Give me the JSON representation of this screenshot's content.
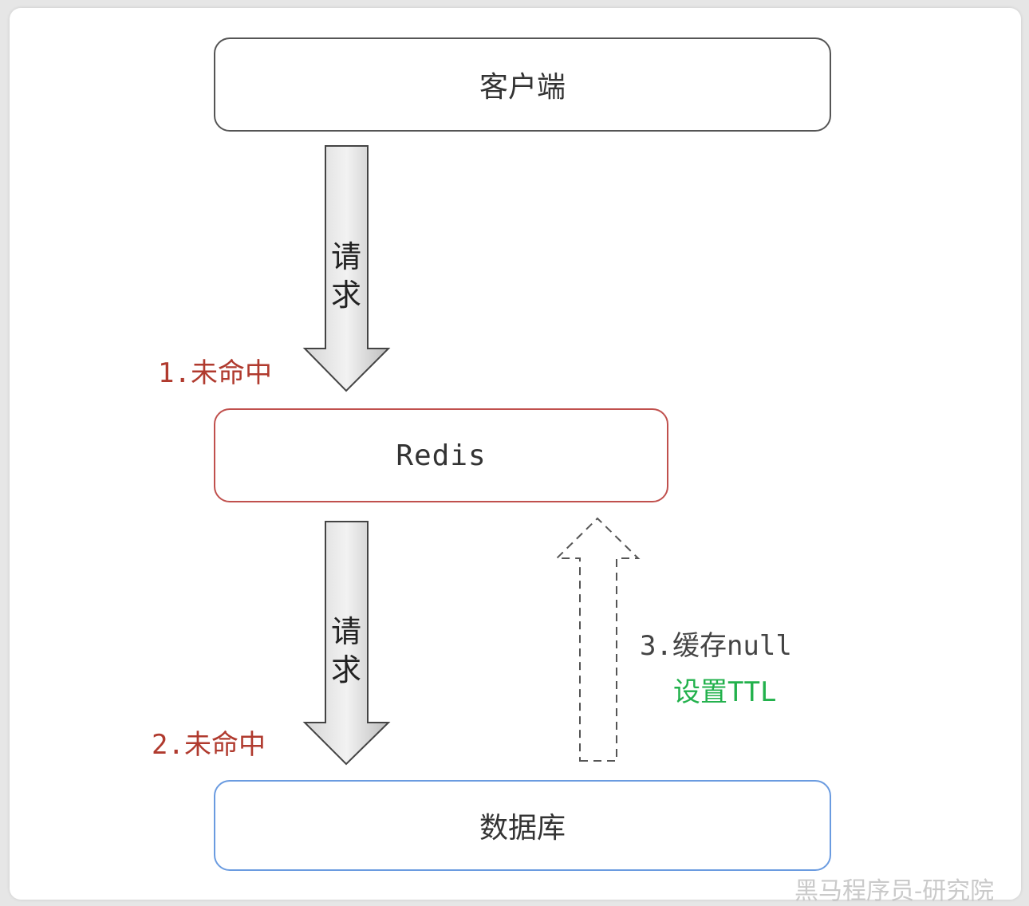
{
  "nodes": {
    "client": "客户端",
    "redis": "Redis",
    "database": "数据库"
  },
  "arrows": {
    "request_1": "请求",
    "request_2": "请求"
  },
  "annotations": {
    "miss_1": "1.未命中",
    "miss_2": "2.未命中",
    "cache_null": "3.缓存null",
    "set_ttl": "设置TTL"
  },
  "watermark": "黑马程序员-研究院",
  "colors": {
    "miss_red": "#b03a2e",
    "ttl_green": "#22b14c",
    "redis_border": "#c0504d",
    "db_border": "#6a9be0"
  }
}
